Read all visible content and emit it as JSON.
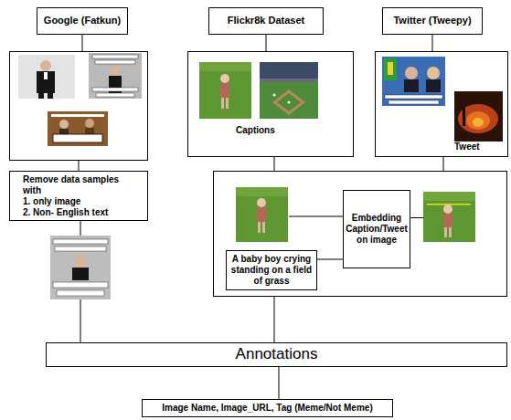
{
  "diagram": {
    "nodes": [
      {
        "text": [
          "Google (Fatkun)"
        ]
      },
      {
        "text": [
          "Flickr8k Dataset"
        ]
      },
      {
        "text": [
          "Twitter (Tweepy)"
        ]
      },
      {
        "text": []
      },
      {
        "text": [
          "Captions"
        ]
      },
      {
        "text": [
          "Tweet"
        ]
      },
      {
        "text": [
          "Remove data samples with",
          "1. only image",
          "2. Non- English text"
        ]
      },
      {
        "text": []
      },
      {
        "text": []
      },
      {
        "text": [],
        "in": 8
      },
      {
        "text": [
          "Embedding Caption/Tweet on image"
        ],
        "in": 8
      },
      {
        "text": [],
        "in": 8
      },
      {
        "text": [
          "A baby boy crying standing on a field of grass"
        ],
        "in": 8
      },
      {
        "text": [
          "Annotations"
        ]
      },
      {
        "text": [
          "Image Name, Image_URL, Tag (Meme/Not Meme)"
        ]
      }
    ],
    "edges": [
      {
        "from": 0,
        "to": 3,
        "arrow": "none"
      },
      {
        "from": 1,
        "to": 4,
        "arrow": "none"
      },
      {
        "from": 2,
        "to": 5,
        "arrow": "none"
      },
      {
        "from": 3,
        "to": 6,
        "arrow": "none"
      },
      {
        "from": 6,
        "to": 7,
        "arrow": "none"
      },
      {
        "from": 4,
        "to": 8,
        "arrow": "none"
      },
      {
        "from": 5,
        "to": 8,
        "arrow": "none"
      },
      {
        "from": 9,
        "to": 10,
        "arrow": "none"
      },
      {
        "from": 12,
        "to": 10,
        "arrow": "none"
      },
      {
        "from": 10,
        "to": 11,
        "arrow": "none"
      },
      {
        "from": 7,
        "to": 13,
        "arrow": "none"
      },
      {
        "from": 8,
        "to": 13,
        "arrow": "none"
      },
      {
        "from": 13,
        "to": 14,
        "arrow": "none"
      }
    ]
  }
}
